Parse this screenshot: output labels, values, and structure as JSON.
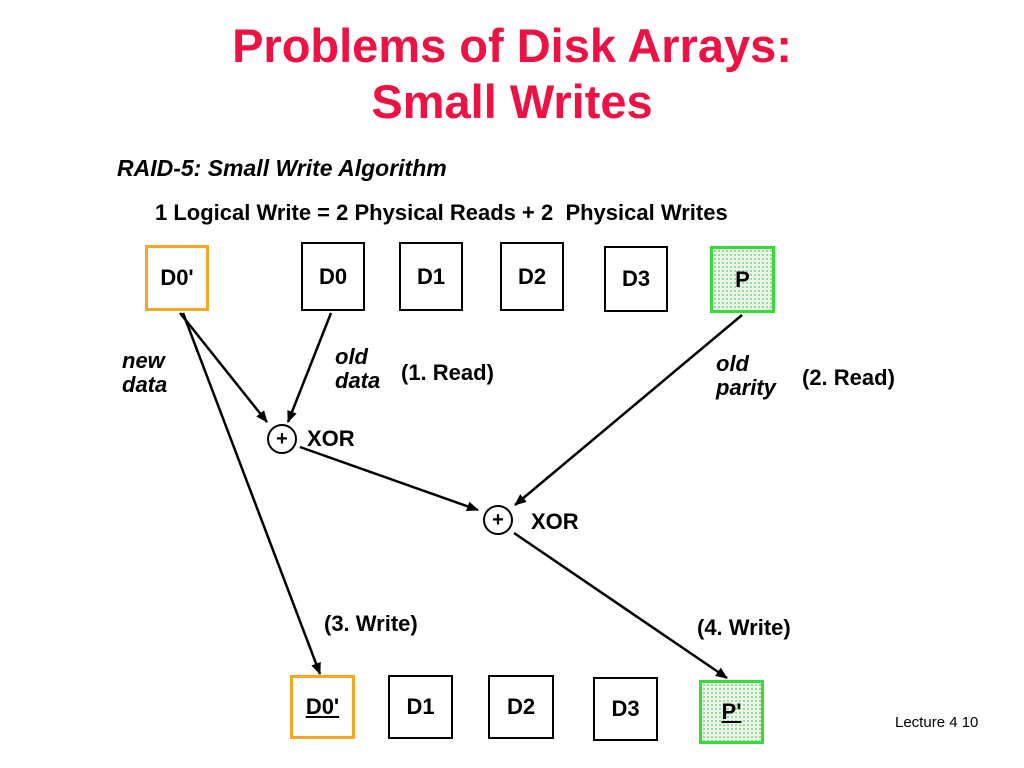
{
  "title": {
    "line1": "Problems of Disk Arrays:",
    "line2": "Small Writes"
  },
  "subtitle": "RAID-5: Small Write Algorithm",
  "equation": "1 Logical Write = 2 Physical Reads + 2  Physical Writes",
  "top_row": {
    "new_data": "D0'",
    "d0": "D0",
    "d1": "D1",
    "d2": "D2",
    "d3": "D3",
    "parity": "P"
  },
  "bottom_row": {
    "new_data": "D0'",
    "d1": "D1",
    "d2": "D2",
    "d3": "D3",
    "parity": "P'"
  },
  "labels": {
    "new_data": [
      "new",
      "data"
    ],
    "old_data": [
      "old",
      "data"
    ],
    "read_1": "(1. Read)",
    "old_parity": [
      "old",
      "parity"
    ],
    "read_2": "(2. Read)",
    "write_3": "(3. Write)",
    "write_4": "(4. Write)"
  },
  "xor": {
    "symbol": "+",
    "label": "XOR"
  },
  "colors": {
    "title": "#ee1144",
    "new_data_border": "#f5a623",
    "parity_border": "#33dd33",
    "text": "#000000"
  },
  "footer": "Lecture 4 10"
}
